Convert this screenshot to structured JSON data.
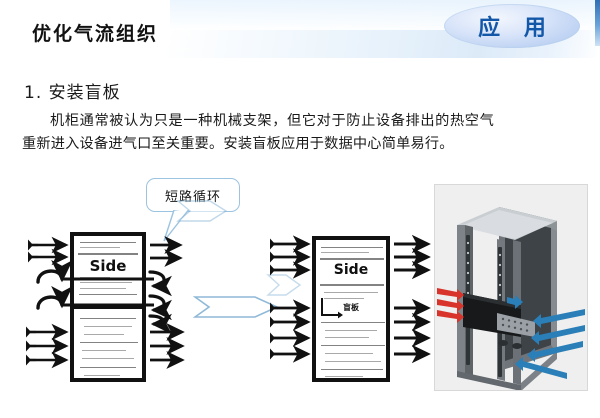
{
  "slide": {
    "title": "优化气流组织",
    "badge_label": "应 用",
    "badge_color": "#1357a8",
    "accent_color": "#9cc3e0",
    "background_color": "#ffffff"
  },
  "content": {
    "section_number_heading": "1. 安装盲板",
    "paragraph": "机柜通常被认为只是一种机械支架，但它对于防止设备排出的热空气重新进入设备进气口至关重要。安装盲板应用于数据中心简单易行。"
  },
  "callout": {
    "label": "短路循环"
  },
  "diagrams": {
    "before": {
      "rack_label": "Side",
      "caption": ""
    },
    "after": {
      "rack_label": "Side",
      "blanking_panel_label": "盲板"
    },
    "transition_arrow": "chevron-right"
  },
  "photo": {
    "alt": "server-rack-airflow-photo",
    "hot_air_color": "#d8342b",
    "cold_air_color": "#2a7fb8"
  }
}
